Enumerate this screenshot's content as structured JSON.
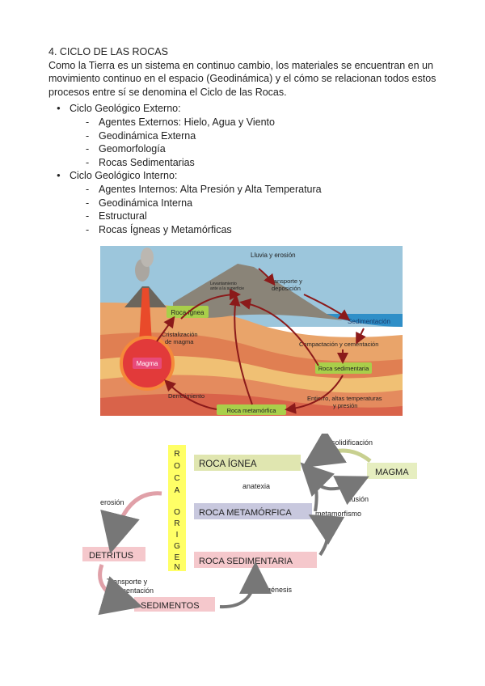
{
  "section": {
    "title": "4. CICLO DE LAS ROCAS",
    "intro": "Como la Tierra es un sistema en continuo cambio, los materiales se encuentran en un movimiento continuo en el espacio (Geodinámica) y el cómo se relacionan todos estos procesos entre sí se denomina el Ciclo de las Rocas."
  },
  "bullets": [
    {
      "label": "Ciclo Geológico Externo:",
      "items": [
        "Agentes Externos: Hielo, Agua y Viento",
        "Geodinámica Externa",
        "Geomorfología",
        "Rocas Sedimentarias"
      ]
    },
    {
      "label": "Ciclo Geológico Interno:",
      "items": [
        "Agentes Internos: Alta Presión y Alta Temperatura",
        "Geodinámica Interna",
        "Estructural",
        "Rocas Ígneas y Metamórficas"
      ]
    }
  ],
  "figure1": {
    "labels": {
      "rain": "Lluvia y erosión",
      "transport1": "Transporte y",
      "transport2": "deposición",
      "uplift1": "Levantamiento",
      "uplift2": "ante a la superficie",
      "igneous": "Roca ígnea",
      "sedimentation": "Sedimentación",
      "cryst1": "Cristalización",
      "cryst2": "de magma",
      "compaction": "Compactación y cementación",
      "magma": "Magma",
      "sedimentary": "Roca sedimentaria",
      "melting": "Derretimiento",
      "metamorphic": "Roca metamórfica",
      "burial1": "Entierro, altas temperaturas",
      "burial2": "y presión"
    },
    "colors": {
      "sky": "#8fbfd8",
      "sea": "#2f8fc8",
      "mountain": "#8a8478",
      "magma": "#e23a3a",
      "box": "#a9cf4a",
      "arrow": "#8b1a1a"
    }
  },
  "figure2": {
    "origin_letters": [
      "R",
      "O",
      "C",
      "A",
      "",
      "O",
      "R",
      "I",
      "G",
      "E",
      "N"
    ],
    "boxes": {
      "igneous": "ROCA ÍGNEA",
      "metamorphic": "ROCA METAMÓRFICA",
      "sedimentary": "ROCA SEDIMENTARIA",
      "magma": "MAGMA",
      "detritus": "DETRITUS",
      "sediments": "SEDIMENTOS"
    },
    "labels": {
      "solidification": "solidificación",
      "anatexis": "anatexia",
      "fusion": "fusión",
      "metamorphism": "metamorfismo",
      "erosion": "erosión",
      "transport1": "Transporte y",
      "transport2": "sedimentación",
      "diagenesis": "diagénesis"
    },
    "colors": {
      "origin": "#ffff66",
      "igneous": "#e0e6b0",
      "metamorphic": "#c8c8de",
      "sedimentary": "#f5c8cc",
      "magma": "#e6eec0",
      "arrow": "#777777"
    }
  }
}
